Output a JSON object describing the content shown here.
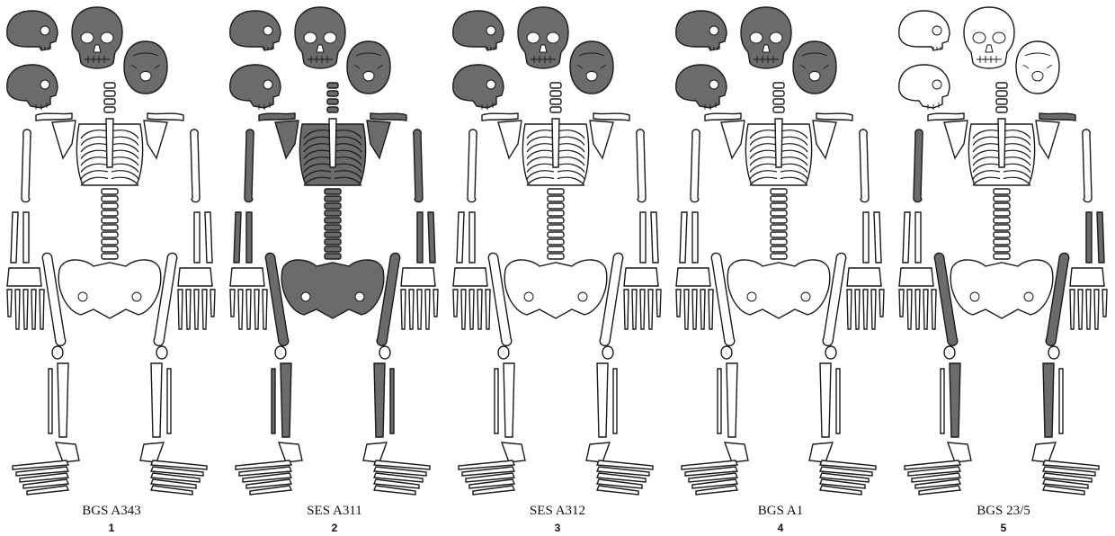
{
  "colors": {
    "present": "#6b6b6b",
    "absent": "#ffffff",
    "outline": "#1a1a1a"
  },
  "bones": [
    "skull-lateral-1",
    "skull-front",
    "skull-base",
    "skull-lateral-2",
    "clavicle-l",
    "clavicle-r",
    "scapula-l",
    "scapula-r",
    "humerus-l",
    "humerus-r",
    "radius-l",
    "ulna-l",
    "radius-r",
    "ulna-r",
    "hand-l",
    "hand-r",
    "ribcage",
    "sternum",
    "spine",
    "pelvis",
    "femur-l",
    "femur-r",
    "patella-l",
    "patella-r",
    "tibia-l",
    "fibula-l",
    "tibia-r",
    "fibula-r",
    "foot-l",
    "foot-r"
  ],
  "panels": [
    {
      "id": "BGS A343",
      "number": "1",
      "present": [
        "skull-lateral-1",
        "skull-front",
        "skull-base",
        "skull-lateral-2"
      ]
    },
    {
      "id": "SES A311",
      "number": "2",
      "present": [
        "skull-lateral-1",
        "skull-front",
        "skull-base",
        "skull-lateral-2",
        "clavicle-l",
        "clavicle-r",
        "scapula-l",
        "scapula-r",
        "humerus-l",
        "humerus-r",
        "radius-l",
        "ulna-l",
        "radius-r",
        "ulna-r",
        "ribcage",
        "spine",
        "pelvis",
        "femur-l",
        "femur-r",
        "tibia-l",
        "fibula-l",
        "tibia-r",
        "fibula-r"
      ]
    },
    {
      "id": "SES A312",
      "number": "3",
      "present": [
        "skull-lateral-1",
        "skull-front",
        "skull-base",
        "skull-lateral-2"
      ]
    },
    {
      "id": "BGS A1",
      "number": "4",
      "present": [
        "skull-lateral-1",
        "skull-front",
        "skull-base",
        "skull-lateral-2"
      ]
    },
    {
      "id": "BGS 23/5",
      "number": "5",
      "present": [
        "clavicle-r",
        "humerus-l",
        "radius-r",
        "ulna-r",
        "femur-l",
        "femur-r",
        "tibia-l",
        "tibia-r"
      ]
    }
  ]
}
